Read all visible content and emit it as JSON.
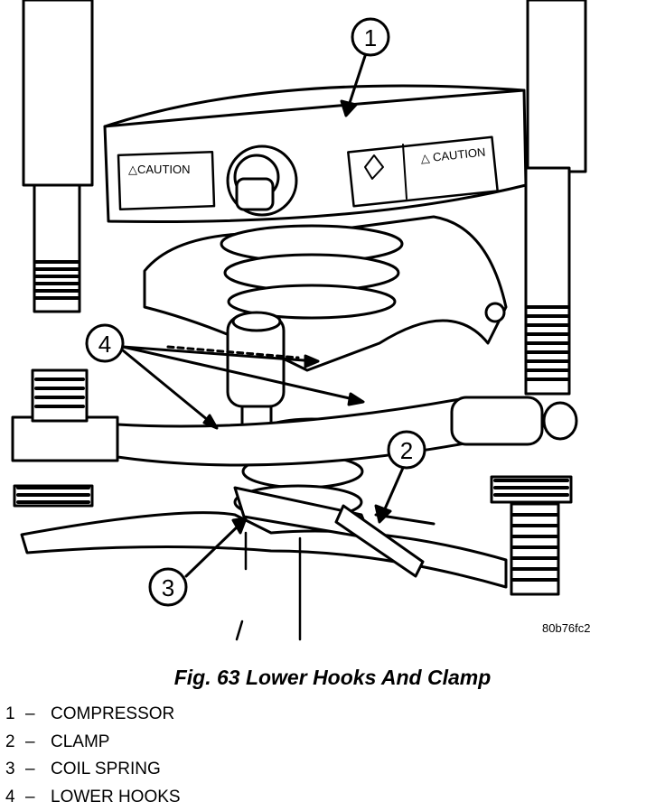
{
  "figure": {
    "caption": "Fig. 63 Lower Hooks And Clamp",
    "figure_id": "80b76fc2",
    "callouts": [
      "1",
      "2",
      "3",
      "4"
    ],
    "plate_labels": [
      "△CAUTION",
      "△ CAUTION"
    ]
  },
  "legend": [
    {
      "num": "1",
      "sep": "–",
      "label": "COMPRESSOR"
    },
    {
      "num": "2",
      "sep": "–",
      "label": "CLAMP"
    },
    {
      "num": "3",
      "sep": "–",
      "label": "COIL SPRING"
    },
    {
      "num": "4",
      "sep": "–",
      "label": "LOWER HOOKS"
    }
  ]
}
